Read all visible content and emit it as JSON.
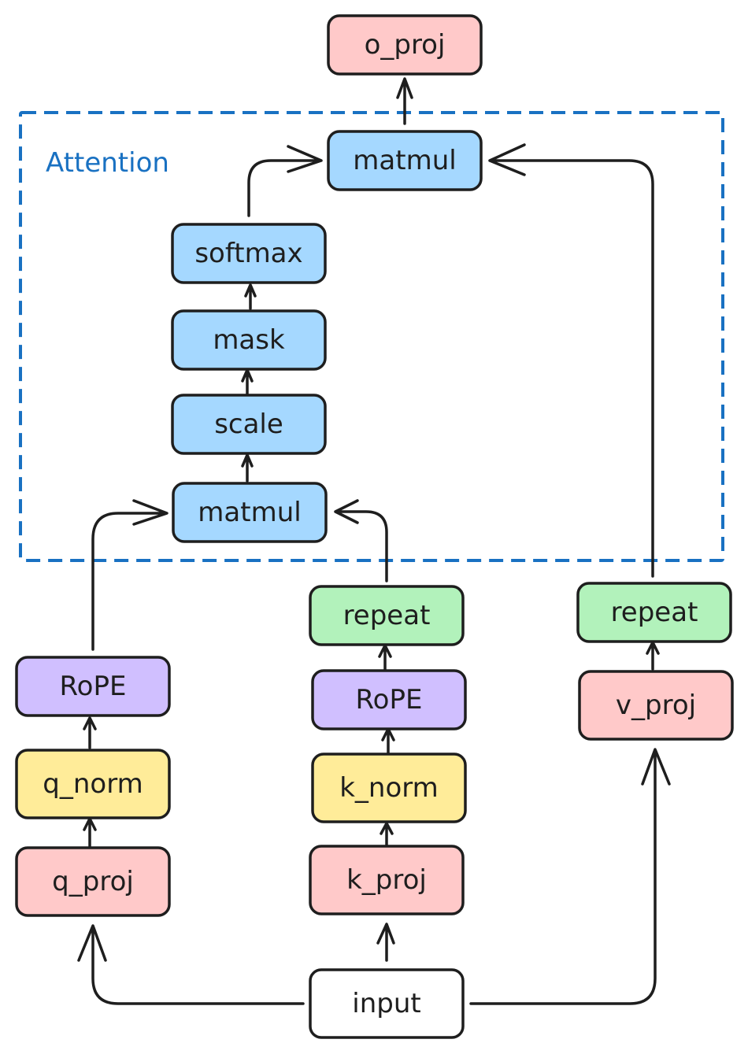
{
  "colors": {
    "pink": "#ffc9c9",
    "blue": "#a5d8ff",
    "green": "#b2f2bb",
    "purple": "#d0bfff",
    "yellow": "#ffec99",
    "white": "#ffffff",
    "stroke": "#1e1e1e",
    "group": "#1971c2"
  },
  "group": {
    "label": "Attention"
  },
  "nodes": [
    {
      "id": "o_proj",
      "label": "o_proj",
      "color": "pink"
    },
    {
      "id": "matmul2",
      "label": "matmul",
      "color": "blue"
    },
    {
      "id": "softmax",
      "label": "softmax",
      "color": "blue"
    },
    {
      "id": "mask",
      "label": "mask",
      "color": "blue"
    },
    {
      "id": "scale",
      "label": "scale",
      "color": "blue"
    },
    {
      "id": "matmul1",
      "label": "matmul",
      "color": "blue"
    },
    {
      "id": "q_rope",
      "label": "RoPE",
      "color": "purple"
    },
    {
      "id": "q_norm",
      "label": "q_norm",
      "color": "yellow"
    },
    {
      "id": "q_proj",
      "label": "q_proj",
      "color": "pink"
    },
    {
      "id": "k_repeat",
      "label": "repeat",
      "color": "green"
    },
    {
      "id": "k_rope",
      "label": "RoPE",
      "color": "purple"
    },
    {
      "id": "k_norm",
      "label": "k_norm",
      "color": "yellow"
    },
    {
      "id": "k_proj",
      "label": "k_proj",
      "color": "pink"
    },
    {
      "id": "v_repeat",
      "label": "repeat",
      "color": "green"
    },
    {
      "id": "v_proj",
      "label": "v_proj",
      "color": "pink"
    },
    {
      "id": "input",
      "label": "input",
      "color": "white"
    }
  ],
  "edges": [
    {
      "from": "input",
      "to": "q_proj"
    },
    {
      "from": "input",
      "to": "k_proj"
    },
    {
      "from": "input",
      "to": "v_proj"
    },
    {
      "from": "q_proj",
      "to": "q_norm"
    },
    {
      "from": "q_norm",
      "to": "q_rope"
    },
    {
      "from": "q_rope",
      "to": "matmul1"
    },
    {
      "from": "k_proj",
      "to": "k_norm"
    },
    {
      "from": "k_norm",
      "to": "k_rope"
    },
    {
      "from": "k_rope",
      "to": "k_repeat"
    },
    {
      "from": "k_repeat",
      "to": "matmul1"
    },
    {
      "from": "v_proj",
      "to": "v_repeat"
    },
    {
      "from": "v_repeat",
      "to": "matmul2"
    },
    {
      "from": "matmul1",
      "to": "scale"
    },
    {
      "from": "scale",
      "to": "mask"
    },
    {
      "from": "mask",
      "to": "softmax"
    },
    {
      "from": "softmax",
      "to": "matmul2"
    },
    {
      "from": "matmul2",
      "to": "o_proj"
    }
  ]
}
